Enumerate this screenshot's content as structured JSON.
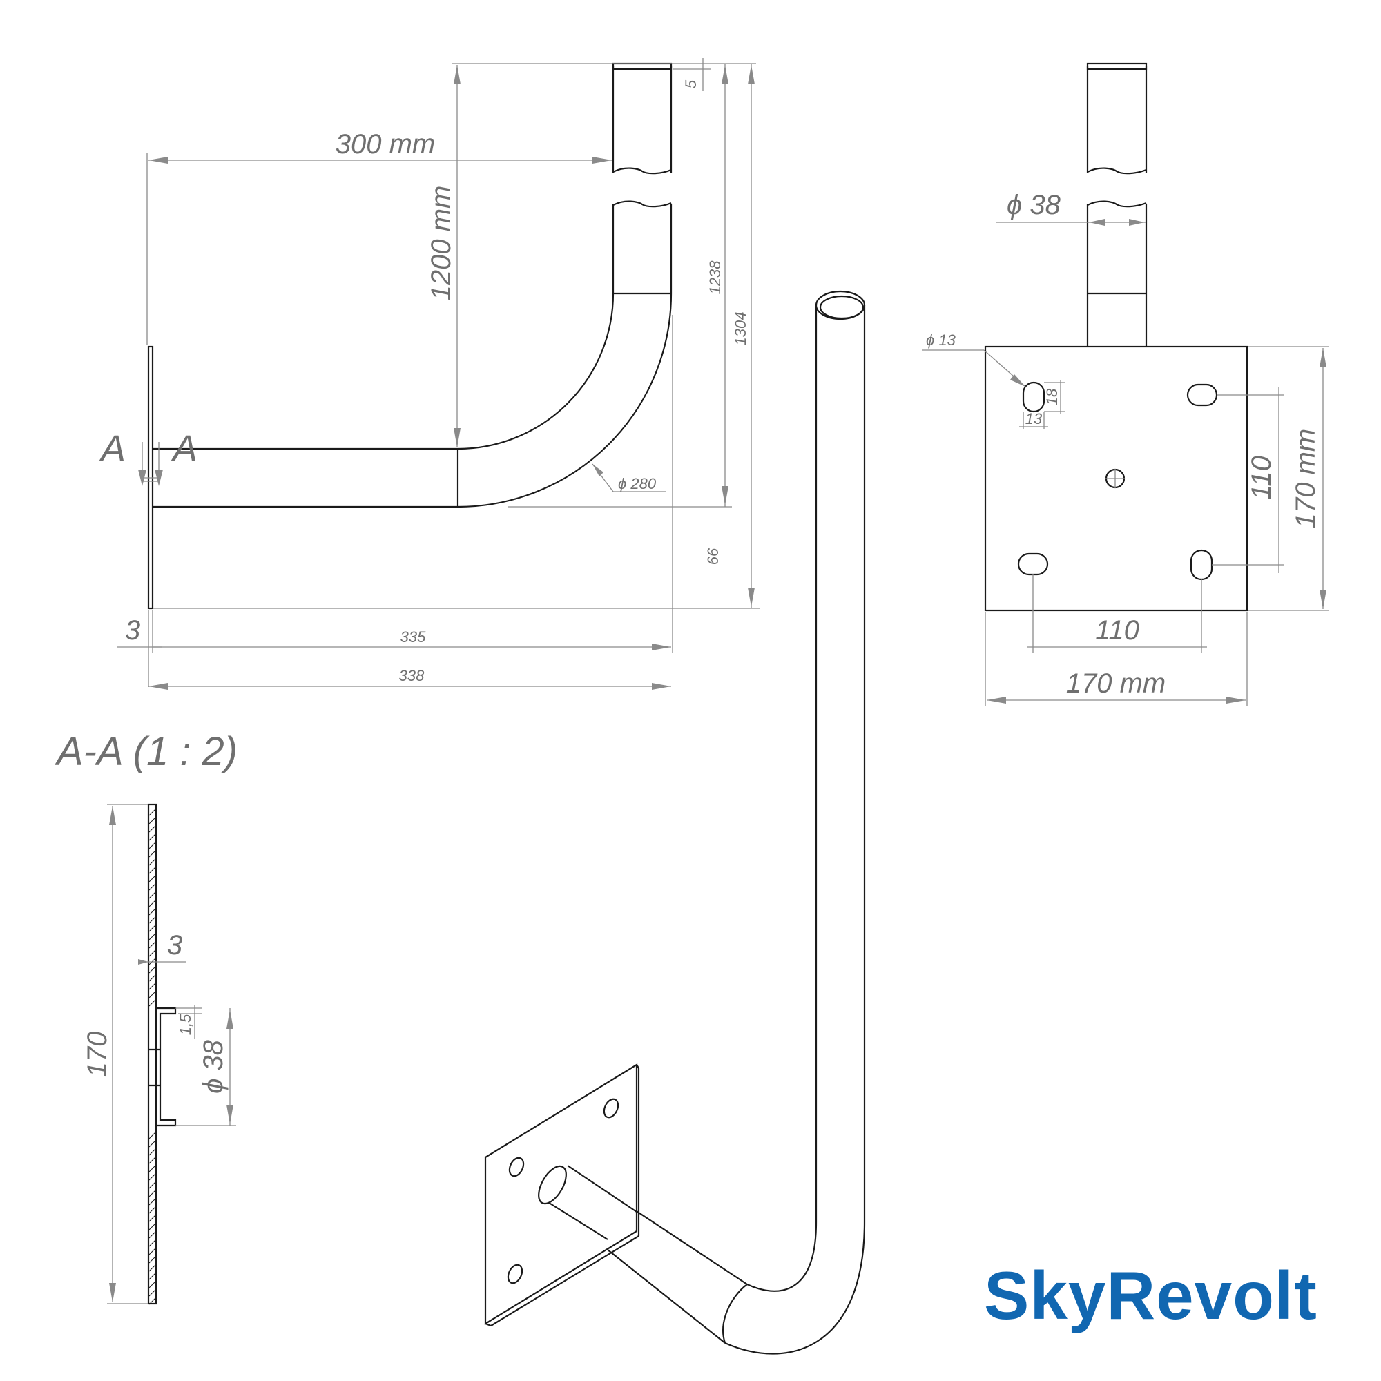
{
  "side_view": {
    "width_label": "300 mm",
    "height_label": "1200 mm",
    "cap_label": "5",
    "total_1238": "1238",
    "total_1304": "1304",
    "bend_label": "ϕ 280",
    "base_offset_label": "66",
    "plate_thickness_label": "3",
    "length_335": "335",
    "length_338": "338",
    "cut_marker_left": "A",
    "cut_marker_right": "A"
  },
  "front_view": {
    "tube_diameter_label": "ϕ 38",
    "hole_diameter_label": "ϕ 13",
    "slot_height_label": "18",
    "slot_width_label": "13",
    "hole_spacing_vertical": "110",
    "plate_height_label": "170 mm",
    "hole_spacing_horizontal": "110",
    "plate_width_label": "170 mm"
  },
  "section_view": {
    "title": "A-A (1 : 2)",
    "height_label": "170",
    "thickness_label": "3",
    "wall_label": "1,5",
    "diameter_label": "ϕ 38"
  },
  "brand": {
    "logo_text": "SkyRevolt",
    "logo_color": "#1167b1"
  }
}
